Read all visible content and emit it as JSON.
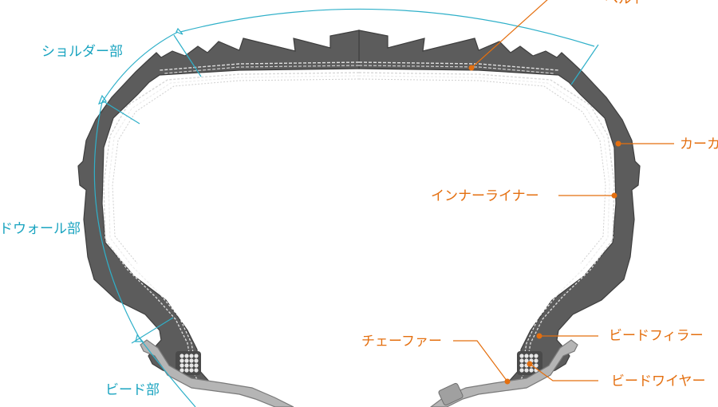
{
  "colors": {
    "tire_body": "#5c5c5c",
    "tire_edge": "#3e3e3e",
    "rim": "#b5b5b5",
    "cyan_label": "#1aa4c0",
    "orange_label": "#e46f0f"
  },
  "zone_labels": {
    "shoulder": "ショルダー部",
    "sidewall": "サイドウォール部",
    "bead": "ビード部"
  },
  "component_labels": {
    "top_cut": "ベルト",
    "carcass": "カーカス",
    "inner_liner": "インナーライナー",
    "bead_filler": "ビードフィラー",
    "chafer": "チェーファー",
    "bead_wire": "ビードワイヤー"
  }
}
